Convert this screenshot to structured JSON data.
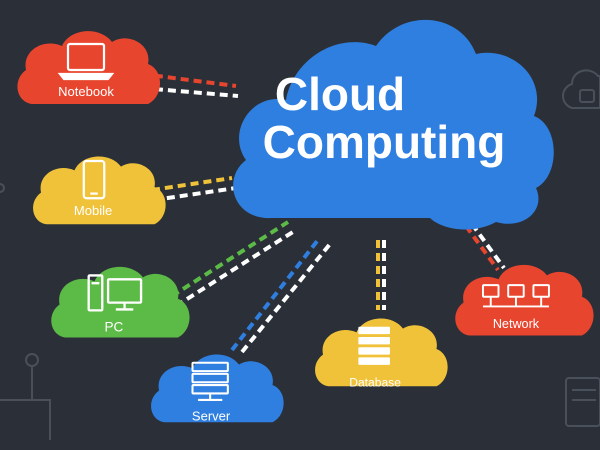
{
  "main_cloud": {
    "title_line1": "Cloud",
    "title_line2": "Computing",
    "color": "#2f7fe0"
  },
  "nodes": [
    {
      "id": "notebook",
      "label": "Notebook",
      "icon": "laptop-icon",
      "color": "#e8452f"
    },
    {
      "id": "mobile",
      "label": "Mobile",
      "icon": "smartphone-icon",
      "color": "#f0c23a"
    },
    {
      "id": "pc",
      "label": "PC",
      "icon": "desktop-computer-icon",
      "color": "#5cba47"
    },
    {
      "id": "server",
      "label": "Server",
      "icon": "server-rack-icon",
      "color": "#2f7fe0"
    },
    {
      "id": "database",
      "label": "Database",
      "icon": "database-icon",
      "color": "#f0c23a"
    },
    {
      "id": "network",
      "label": "Network",
      "icon": "network-icon",
      "color": "#e8452f"
    }
  ],
  "colors": {
    "background": "#2b3038",
    "line_secondary": "#ffffff"
  }
}
